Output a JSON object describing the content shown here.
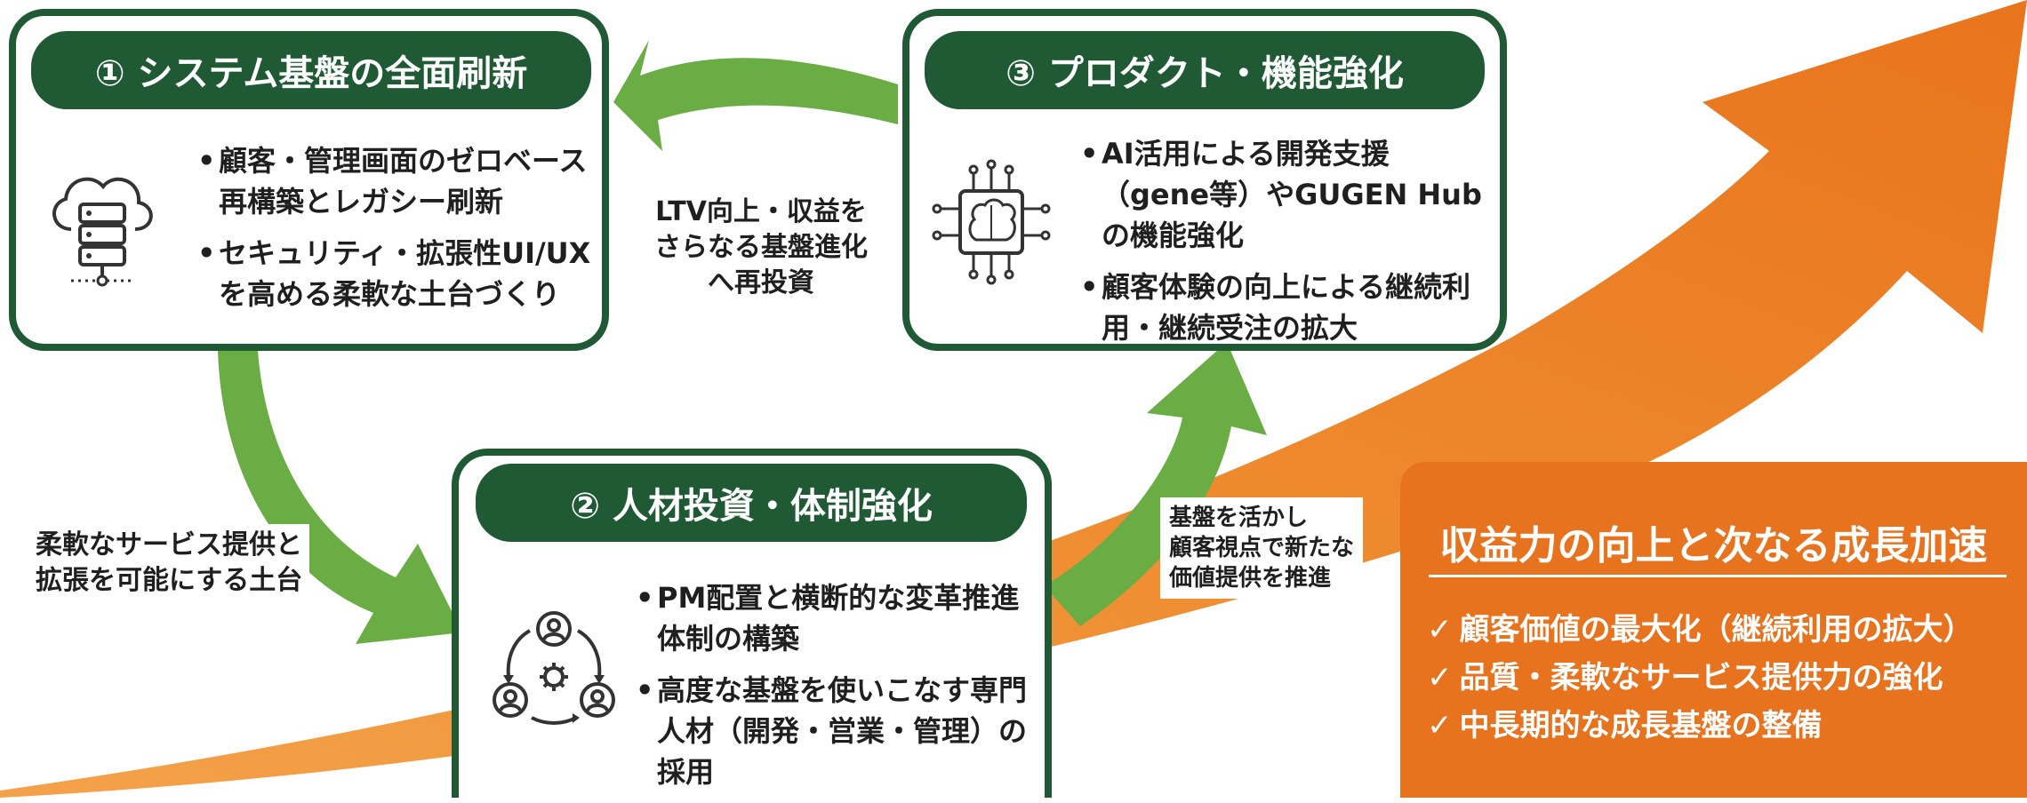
{
  "cards": [
    {
      "title": "① システム基盤の全面刷新",
      "icon": "cloud-server-icon",
      "bullets": [
        "顧客・管理画面のゼロベース再構築とレガシー刷新",
        "セキュリティ・拡張性UI/UXを高める柔軟な土台づくり"
      ]
    },
    {
      "title": "② 人材投資・体制強化",
      "icon": "team-cycle-icon",
      "bullets": [
        "PM配置と横断的な変革推進体制の構築",
        "高度な基盤を使いこなす専門人材（開発・営業・管理）の採用"
      ]
    },
    {
      "title": "③ プロダクト・機能強化",
      "icon": "ai-brain-chip-icon",
      "bullets": [
        "AI活用による開発支援（gene等）やGUGEN Hubの機能強化",
        "顧客体験の向上による継続利用・継続受注の拡大"
      ]
    }
  ],
  "arrow_labels": {
    "one_to_two": "柔軟なサービス提供と\n拡張を可能にする土台",
    "two_to_three": "基盤を活かし\n顧客視点で新たな\n価値提供を推進",
    "three_to_one": "LTV向上・収益を\nさらなる基盤進化\nへ再投資"
  },
  "outcome": {
    "title": "収益力の向上と次なる成長加速",
    "check_icon": "checkmark-icon",
    "check_mark": "✓",
    "items": [
      "顧客価値の最大化（継続利用の拡大）",
      "品質・柔軟なサービス提供力の強化",
      "中長期的な成長基盤の整備"
    ]
  },
  "colors": {
    "dark_green": "#1f5a35",
    "arrow_green": "#6aad45",
    "orange": "#e8731f"
  }
}
